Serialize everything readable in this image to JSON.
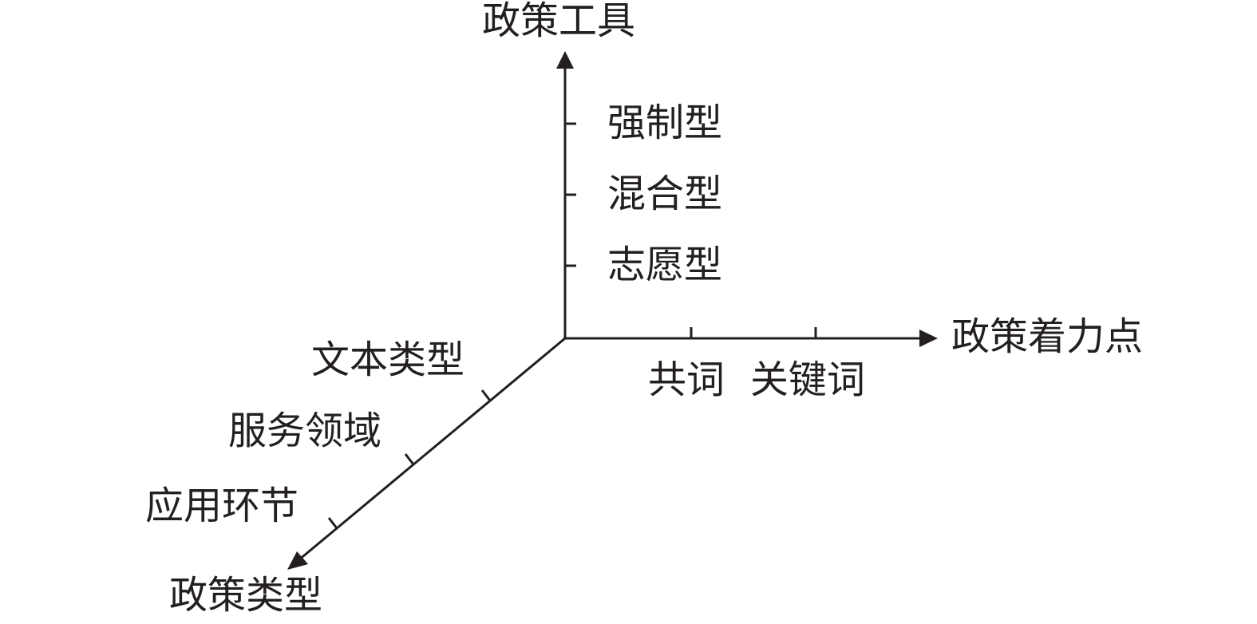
{
  "diagram": {
    "vertical_axis": {
      "title": "政策工具",
      "ticks": [
        "强制型",
        "混合型",
        "志愿型"
      ]
    },
    "horizontal_axis": {
      "title": "政策着力点",
      "ticks": [
        "共词",
        "关键词"
      ]
    },
    "depth_axis": {
      "title": "政策类型",
      "ticks": [
        "文本类型",
        "服务领域",
        "应用环节"
      ]
    },
    "colors": {
      "line": "#231f20",
      "text": "#231f20"
    }
  }
}
